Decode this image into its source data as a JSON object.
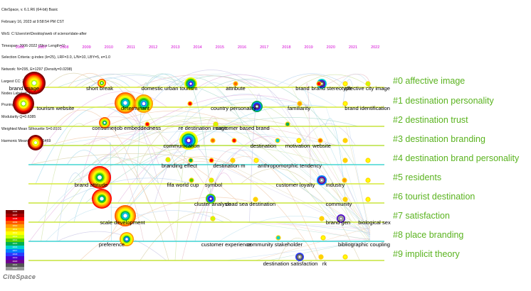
{
  "info_lines": [
    "CiteSpace, v. 6.1.R6 (64-bit) Basic",
    "February 16, 2023 at 9:58:54 PM CST",
    "WoS: C:\\Users\\m\\Desktop\\web of science\\date-after",
    "Timespan: 2006-2022 (Slice Length=1)",
    "Selection Criteria: g-index (k=25), LRF=3.0, L/N=10, LBY=5, e=1.0",
    "Network: N=295, E=1297 (Density=0.0298)",
    "Largest CC: 285 (96%)",
    "Nodes Labeled: 1.0%",
    "Pruning: Pathfinder",
    "Modularity Q=0.6385",
    "Weighted Mean Silhouette S=0.8101",
    "Harmonic Mean(Q, S)=0.6469"
  ],
  "years": [
    "2006",
    "2007",
    "2008",
    "2009",
    "2010",
    "2011",
    "2012",
    "2013",
    "2014",
    "2015",
    "2016",
    "2017",
    "2018",
    "2019",
    "2020",
    "2021",
    "2022"
  ],
  "clusters": [
    "#0 affective image",
    "#1 destination personality",
    "#2 destination trust",
    "#3 destination branding",
    "#4 destination brand personality",
    "#5 residents",
    "#6 tourist destination",
    "#7 satisfaction",
    "#8 place branding",
    "#9 implicit theory"
  ],
  "node_labels": [
    "brand image",
    "short break",
    "domestic urban tourism",
    "attribute",
    "brand",
    "brand stereotype",
    "affective city image",
    "tourism website",
    "determinant",
    "country personality",
    "familiarity",
    "brand identification",
    "consumer",
    "job embeddedness",
    "re destination image",
    "customer based brand",
    "communication",
    "destination",
    "motivation",
    "website",
    "branding effect",
    "destination m",
    "anthropomorphic tendency",
    "brand attitude",
    "fifa world cup",
    "symbol",
    "customer loyalty",
    "industry",
    "cluster analysis",
    "dead sea destination",
    "community",
    "scale development",
    "brand gen",
    "biological sex",
    "preference",
    "customer experience",
    "community stakeholder",
    "bibliographic coupling",
    "destination satisfaction",
    "rk"
  ],
  "legend_years": [
    "2006",
    "2007",
    "2008",
    "2009",
    "2010",
    "2011",
    "2012",
    "2013",
    "2014",
    "2015",
    "2016",
    "2017",
    "2018",
    "2019",
    "2020",
    "2021",
    "2022"
  ],
  "brand_text": "CiteSpace",
  "colors": {
    "year_label": "#d400d4",
    "cluster_label": "#5ab31f"
  }
}
